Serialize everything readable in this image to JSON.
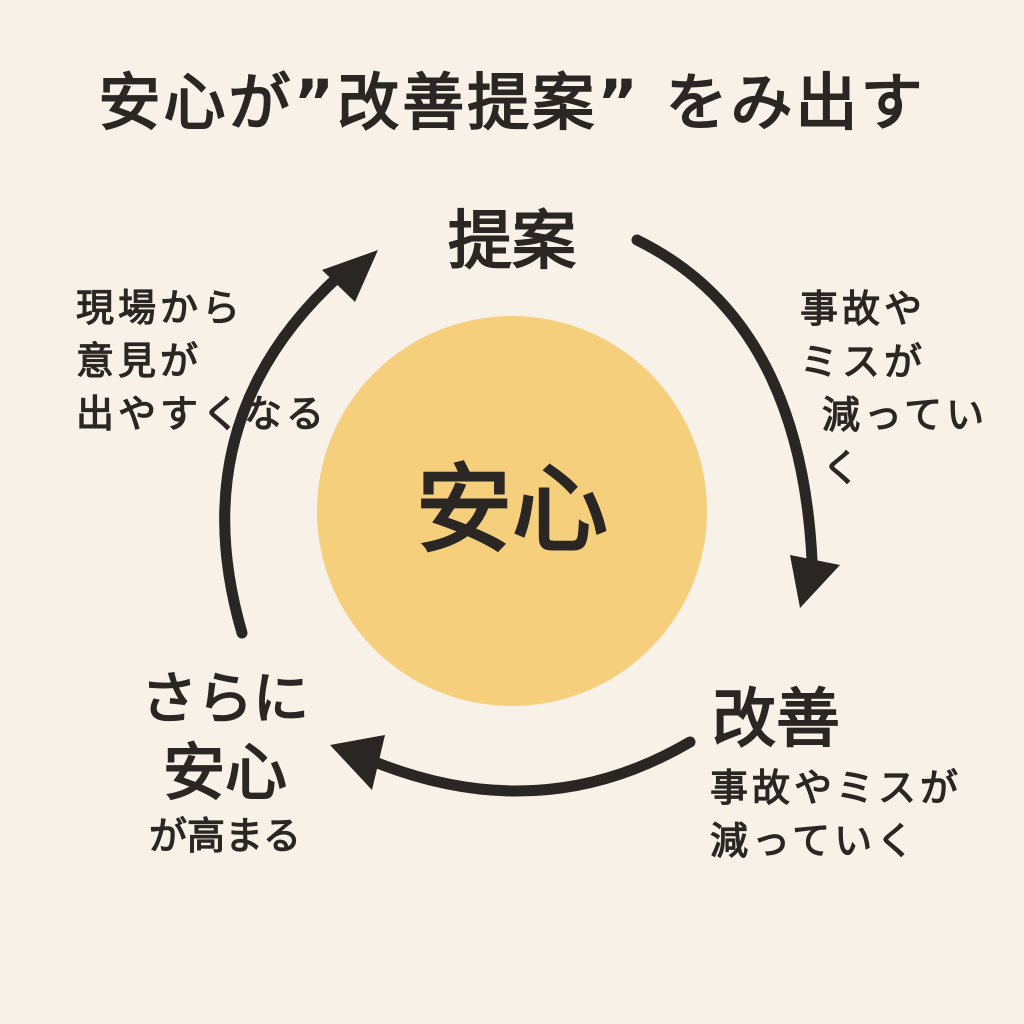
{
  "title": "安心が”改善提案” をみ出す",
  "center": "安心",
  "nodes": {
    "proposal": "提案",
    "improvement": "改善",
    "more_safety": [
      "さらに",
      "安心",
      "が高まる"
    ]
  },
  "notes": {
    "right": [
      "事故や",
      "ミスが",
      "減っていく"
    ],
    "bottom_right": [
      "事故やミスが",
      "減っていく"
    ],
    "left": [
      "現場から",
      "意見が",
      "出やすくなる"
    ]
  },
  "colors": {
    "background": "#f7f1e7",
    "circle": "#f5cf7c",
    "ink": "#2a2624"
  }
}
